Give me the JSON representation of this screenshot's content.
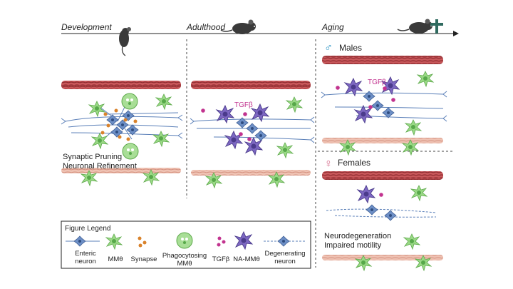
{
  "timeline": {
    "stages": [
      "Development",
      "Adulthood",
      "Aging"
    ]
  },
  "development": {
    "caption_line1": "Synaptic Pruning",
    "caption_line2": "Neuronal Refinement"
  },
  "adulthood": {
    "tgf_label": "TGFβ"
  },
  "aging": {
    "males": {
      "symbol": "♂",
      "label": "Males",
      "tgf_label": "TGFβ"
    },
    "females": {
      "symbol": "♀",
      "label": "Females",
      "caption_line1": "Neurodegeneration",
      "caption_line2": "Impaired motility"
    }
  },
  "legend": {
    "title": "Figure Legend",
    "items": [
      {
        "icon": "enteric-neuron-icon",
        "line1": "Enteric",
        "line2": "neuron"
      },
      {
        "icon": "mm-theta-icon",
        "line1": "MMθ",
        "line2": ""
      },
      {
        "icon": "synapse-icon",
        "line1": "Synapse",
        "line2": ""
      },
      {
        "icon": "phagocytosing-mm-theta-icon",
        "line1": "Phagocytosing",
        "line2": "MMθ"
      },
      {
        "icon": "tgf-beta-icon",
        "line1": "TGFβ",
        "line2": ""
      },
      {
        "icon": "na-mm-theta-icon",
        "line1": "NA-MMθ",
        "line2": ""
      },
      {
        "icon": "degenerating-neuron-icon",
        "line1": "Degenerating",
        "line2": "neuron"
      }
    ]
  },
  "colors": {
    "muscle": "#b5393d",
    "mucosa": "#e9b3a2",
    "neuron": "#5a7fb8",
    "macrophage": "#8fd47a",
    "na_macrophage": "#6b55a8",
    "tgf": "#c2338f",
    "synapse": "#d9822b"
  }
}
